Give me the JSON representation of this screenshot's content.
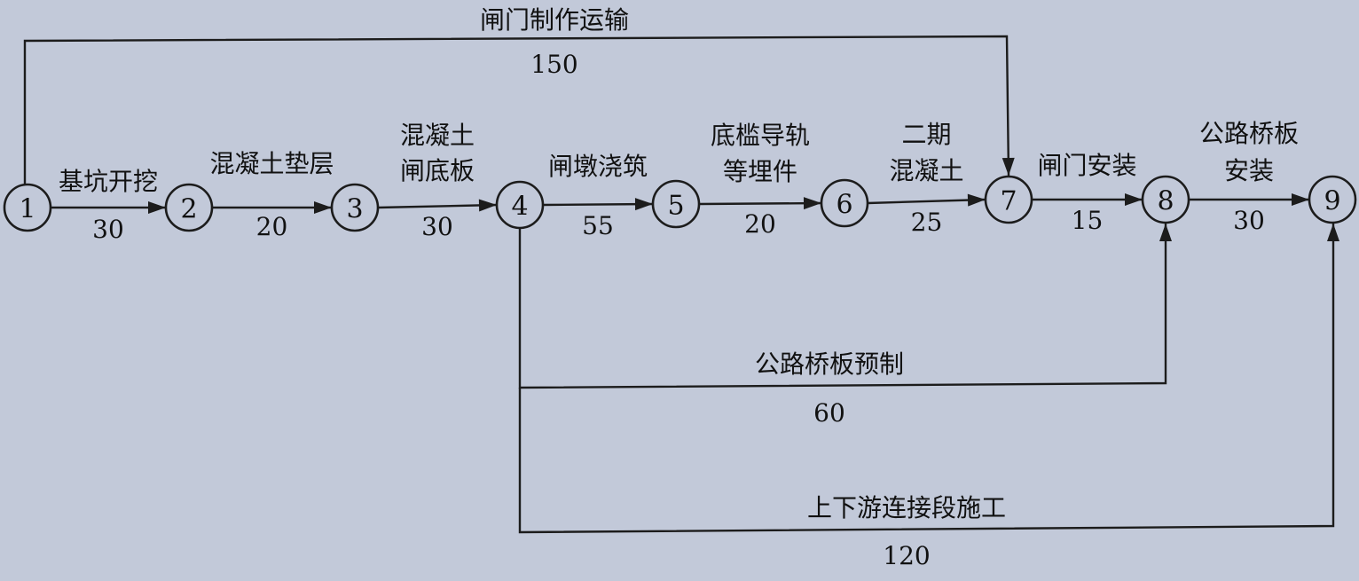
{
  "nodes": [
    {
      "id": "1",
      "label": "1"
    },
    {
      "id": "2",
      "label": "2"
    },
    {
      "id": "3",
      "label": "3"
    },
    {
      "id": "4",
      "label": "4"
    },
    {
      "id": "5",
      "label": "5"
    },
    {
      "id": "6",
      "label": "6"
    },
    {
      "id": "7",
      "label": "7"
    },
    {
      "id": "8",
      "label": "8"
    },
    {
      "id": "9",
      "label": "9"
    }
  ],
  "activities": [
    {
      "from": "1",
      "to": "2",
      "name": [
        "基坑开挖"
      ],
      "duration": "30"
    },
    {
      "from": "2",
      "to": "3",
      "name": [
        "混凝土垫层"
      ],
      "duration": "20"
    },
    {
      "from": "3",
      "to": "4",
      "name": [
        "混凝土",
        "闸底板"
      ],
      "duration": "30"
    },
    {
      "from": "4",
      "to": "5",
      "name": [
        "闸墩浇筑"
      ],
      "duration": "55"
    },
    {
      "from": "5",
      "to": "6",
      "name": [
        "底槛导轨",
        "等埋件"
      ],
      "duration": "20"
    },
    {
      "from": "6",
      "to": "7",
      "name": [
        "二期",
        "混凝土"
      ],
      "duration": "25"
    },
    {
      "from": "7",
      "to": "8",
      "name": [
        "闸门安装"
      ],
      "duration": "15"
    },
    {
      "from": "8",
      "to": "9",
      "name": [
        "公路桥板",
        "安装"
      ],
      "duration": "30"
    },
    {
      "from": "1",
      "to": "7",
      "name": [
        "闸门制作运输"
      ],
      "duration": "150"
    },
    {
      "from": "4",
      "to": "8",
      "name": [
        "公路桥板预制"
      ],
      "duration": "60"
    },
    {
      "from": "4",
      "to": "9",
      "name": [
        "上下游连接段施工"
      ],
      "duration": "120"
    }
  ]
}
